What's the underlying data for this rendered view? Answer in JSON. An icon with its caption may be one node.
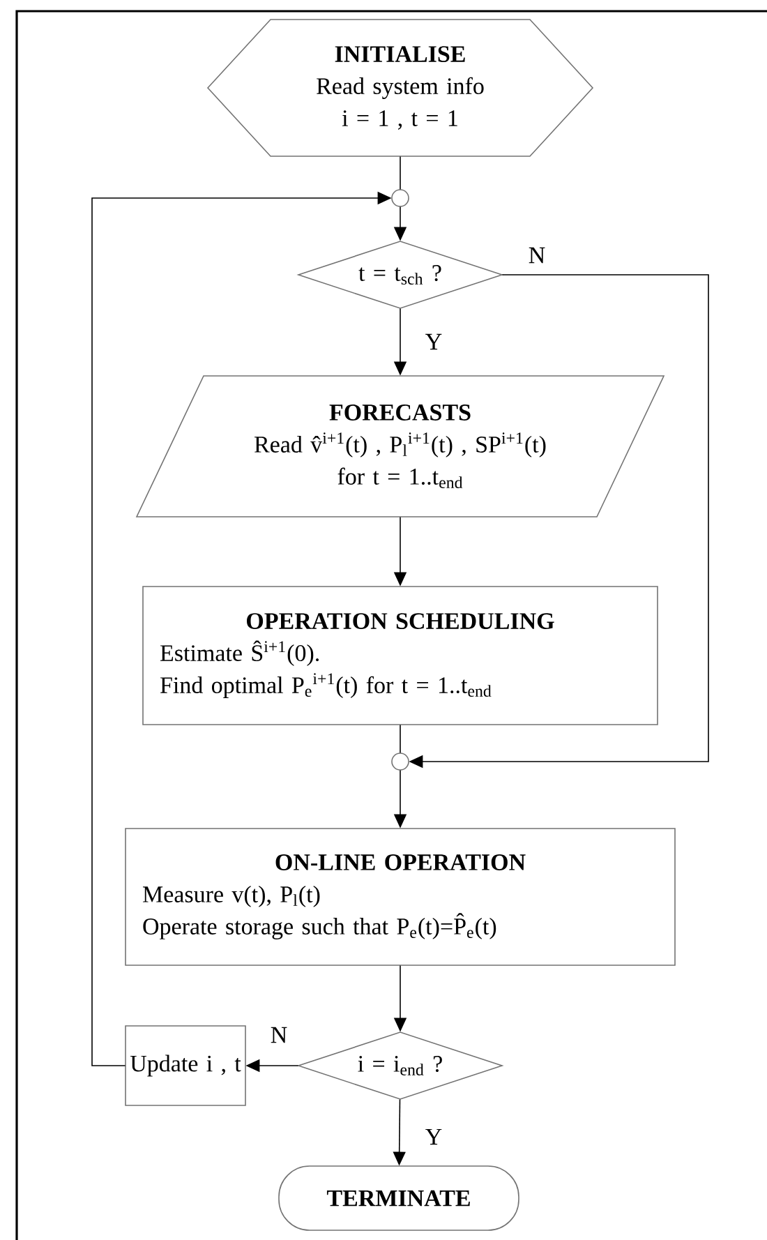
{
  "diagram": {
    "nodes": [
      {
        "text": [
          "INITIALISE",
          "Read system info",
          "i = 1 , t = 1"
        ]
      },
      {
        "text": [],
        "shape": "circle"
      },
      {
        "text": [
          "t = t$_{sch}$ ?"
        ]
      },
      {
        "text": [
          "FORECASTS",
          "Read v̂$^{i+1}$(t) , P$_{l}$$^{i+1}$(t) , SP$^{i+1}$(t)",
          "for t = 1..t$_{end}$"
        ]
      },
      {
        "text": [
          "OPERATION SCHEDULING",
          "Estimate Ŝ$^{i+1}$(0).",
          "Find optimal P$_{e}$$^{i+1}$(t) for t = 1..t$_{end}$"
        ]
      },
      {
        "text": [],
        "shape": "circle"
      },
      {
        "text": [
          "ON-LINE OPERATION",
          "Measure v(t), P$_{l}$(t)",
          "Operate storage such that P$_{e}$(t)=P̂$_{e}$(t)"
        ]
      },
      {
        "text": [
          "i = i$_{end}$ ?"
        ]
      },
      {
        "text": [
          "Update i , t"
        ]
      },
      {
        "text": [
          "TERMINATE"
        ]
      }
    ],
    "edges": [
      {
        "from": 0,
        "to": 1,
        "arrow": "none"
      },
      {
        "from": 1,
        "to": 2,
        "arrow": "to"
      },
      {
        "from": 2,
        "to": 3,
        "arrow": "to",
        "label": "Y"
      },
      {
        "from": 2,
        "to": 5,
        "arrow": "to",
        "label": "N"
      },
      {
        "from": 3,
        "to": 4,
        "arrow": "to"
      },
      {
        "from": 4,
        "to": 5,
        "arrow": "none"
      },
      {
        "from": 5,
        "to": 6,
        "arrow": "to"
      },
      {
        "from": 6,
        "to": 7,
        "arrow": "to"
      },
      {
        "from": 7,
        "to": 8,
        "arrow": "to",
        "label": "N"
      },
      {
        "from": 8,
        "to": 1,
        "arrow": "to"
      },
      {
        "from": 7,
        "to": 9,
        "arrow": "to",
        "label": "Y"
      }
    ]
  }
}
